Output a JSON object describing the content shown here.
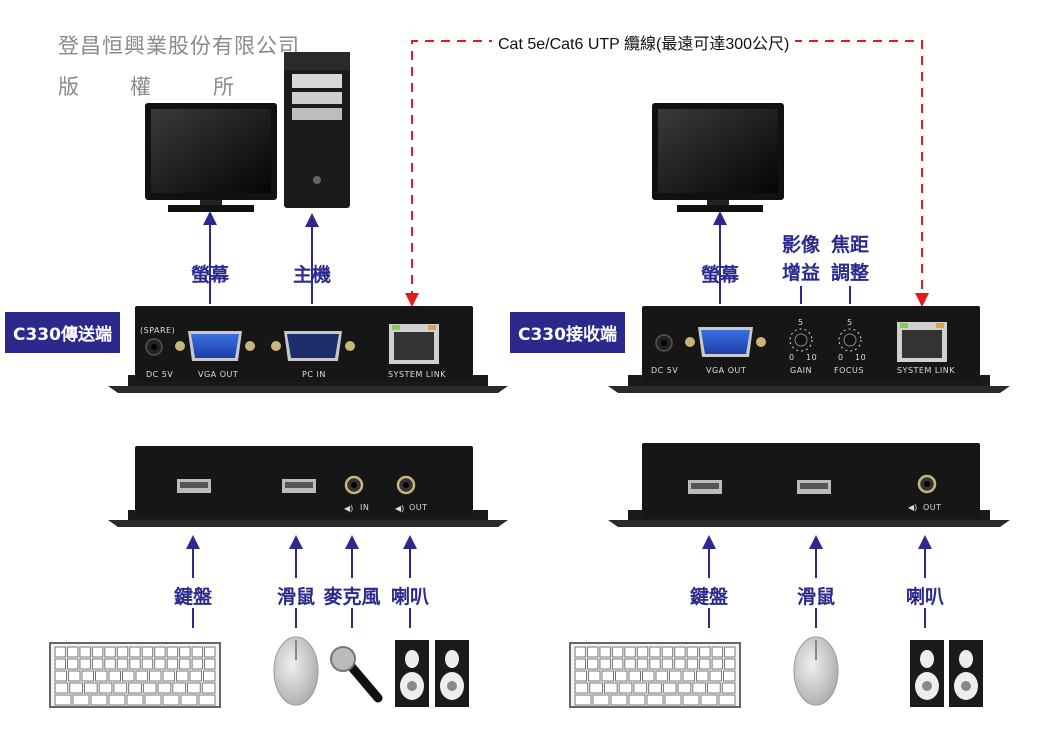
{
  "copyright": {
    "company": "登昌恒興業股份有限公司",
    "rights_chars": [
      "版",
      "權",
      "所"
    ]
  },
  "cable": {
    "label": "Cat 5e/Cat6 UTP 纜線(最遠可達300公尺)",
    "color": "#e01b1b"
  },
  "transmitter": {
    "tag": "C330傳送端",
    "rear_ports": {
      "spare": "(SPARE)",
      "dc": "DC 5V",
      "vga_out": "VGA OUT",
      "pc_in": "PC IN",
      "system_link": "SYSTEM LINK"
    },
    "front_ports": {
      "mic_in": "IN",
      "audio_out": "OUT"
    },
    "top_labels": {
      "monitor": "螢幕",
      "host": "主機"
    },
    "bottom_labels": {
      "keyboard": "鍵盤",
      "mouse": "滑鼠",
      "microphone": "麥克風",
      "speaker": "喇叭"
    }
  },
  "receiver": {
    "tag": "C330接收端",
    "rear_ports": {
      "dc": "DC 5V",
      "vga_out": "VGA OUT",
      "gain": "GAIN",
      "focus": "FOCUS",
      "system_link": "SYSTEM LINK",
      "dial_min": "0",
      "dial_max": "10",
      "dial_mid": "5"
    },
    "front_ports": {
      "audio_out": "OUT"
    },
    "top_labels": {
      "monitor": "螢幕",
      "gain_line1": "影像",
      "gain_line2": "增益",
      "focus_line1": "焦距",
      "focus_line2": "調整"
    },
    "bottom_labels": {
      "keyboard": "鍵盤",
      "mouse": "滑鼠",
      "speaker": "喇叭"
    }
  },
  "colors": {
    "label": "#2b2a8c",
    "tag_bg": "#2b2a8c",
    "device": "#161616"
  }
}
